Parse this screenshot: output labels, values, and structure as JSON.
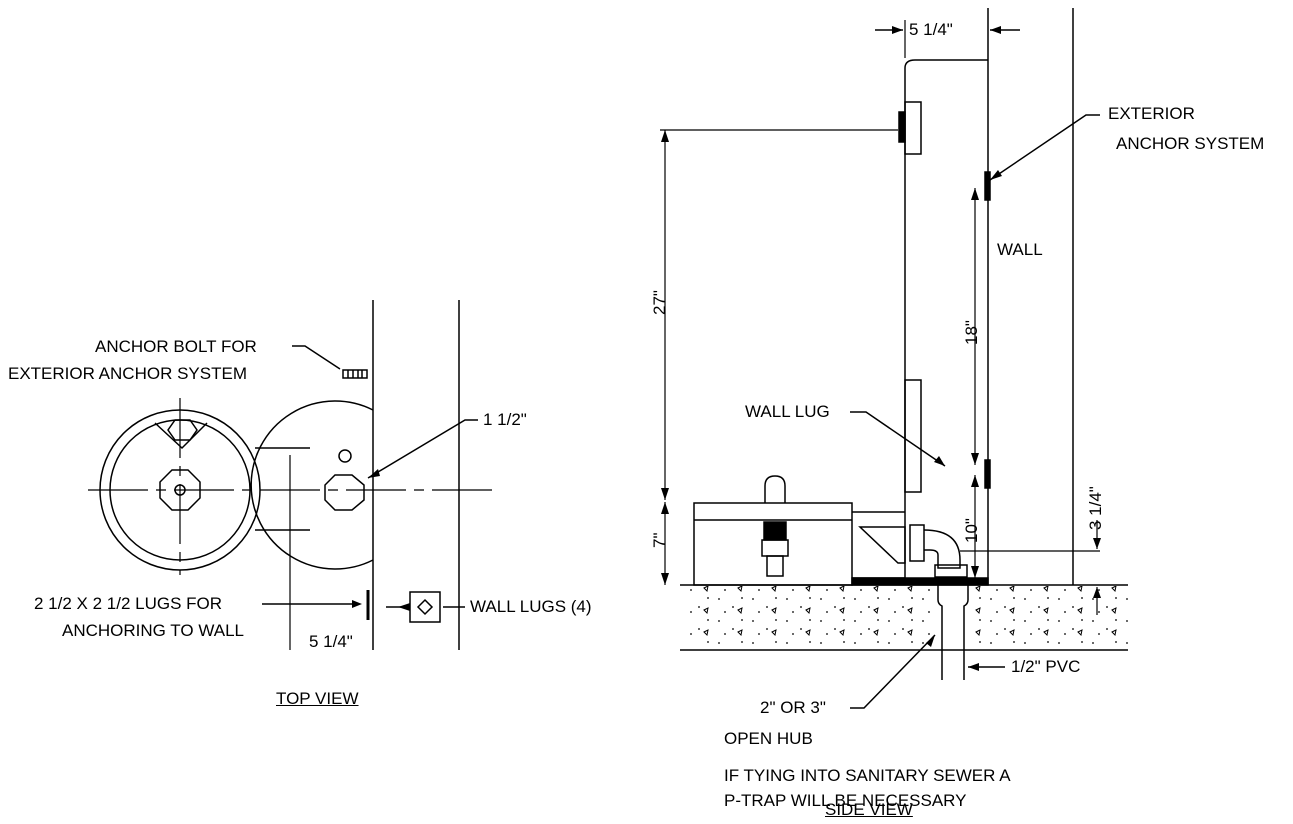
{
  "top_view": {
    "caption": "TOP VIEW",
    "anchor_bolt_line1": "ANCHOR BOLT FOR",
    "anchor_bolt_line2": "EXTERIOR ANCHOR SYSTEM",
    "dim_1_1_2": "1 1/2\"",
    "lugs_line1": "2 1/2  X 2 1/2 LUGS FOR",
    "lugs_line2": "ANCHORING TO WALL",
    "wall_lugs": "WALL LUGS (4)",
    "dim_5_1_4": "5 1/4\""
  },
  "side_view": {
    "caption": "SIDE VIEW",
    "dim_top": "5 1/4\"",
    "exterior_line1": "EXTERIOR",
    "exterior_line2": "ANCHOR SYSTEM",
    "wall": "WALL",
    "dim_27": "27\"",
    "dim_18": "18\"",
    "wall_lug": "WALL LUG",
    "dim_7": "7\"",
    "dim_10": "10\"",
    "dim_3_1_4": "3 1/4\"",
    "pvc": "1/2\" PVC",
    "hub_line1": "2\" OR 3\"",
    "hub_line2": "OPEN HUB",
    "note_line1": "IF TYING INTO SANITARY SEWER A",
    "note_line2": "P-TRAP WILL BE NECESSARY"
  }
}
